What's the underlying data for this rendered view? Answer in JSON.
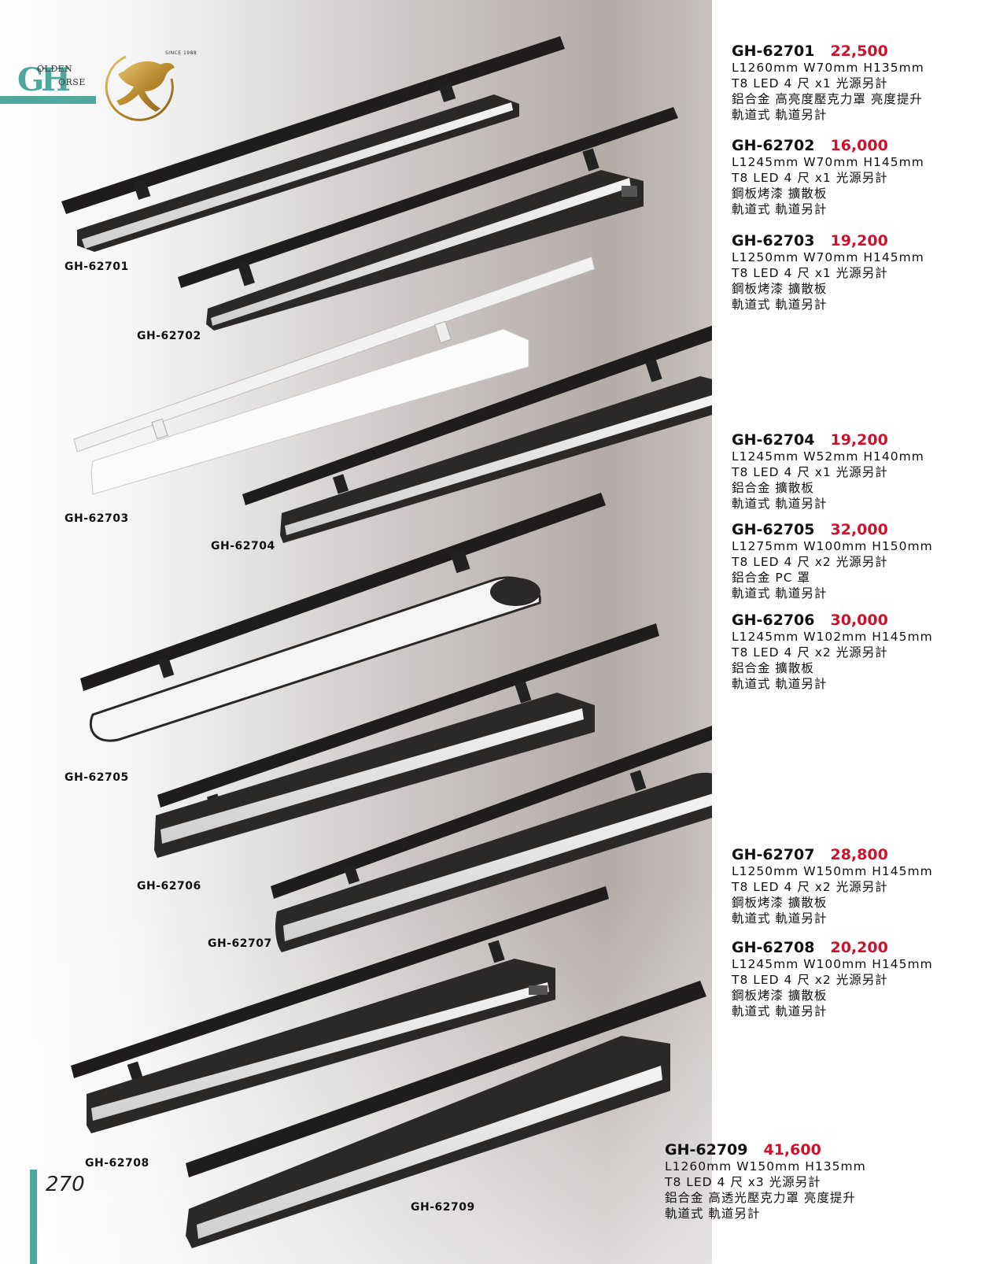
{
  "brand": {
    "logo_initials": "GH",
    "logo_top": "OLDEN",
    "logo_bottom": "ORSE",
    "since": "SINCE 1988",
    "accent_color": "#4ea89b"
  },
  "price_color": "#d0112b",
  "products": [
    {
      "code": "GH-62701",
      "price": "22,500",
      "size": "L1260mm  W70mm  H135mm",
      "lamp": "T8 LED 4 尺 x1 光源另計",
      "material": "鋁合金  高亮度壓克力罩 亮度提升",
      "mount": "軌道式  軌道另計",
      "fixture_label": "GH-62701"
    },
    {
      "code": "GH-62702",
      "price": "16,000",
      "size": "L1245mm  W70mm  H145mm",
      "lamp": "T8 LED 4 尺 x1 光源另計",
      "material": "鋼板烤漆  擴散板",
      "mount": "軌道式  軌道另計",
      "fixture_label": "GH-62702"
    },
    {
      "code": "GH-62703",
      "price": "19,200",
      "size": "L1250mm  W70mm  H145mm",
      "lamp": "T8 LED 4 尺 x1 光源另計",
      "material": "鋼板烤漆  擴散板",
      "mount": "軌道式  軌道另計",
      "fixture_label": "GH-62703"
    },
    {
      "code": "GH-62704",
      "price": "19,200",
      "size": "L1245mm  W52mm  H140mm",
      "lamp": "T8 LED 4 尺 x1 光源另計",
      "material": "鋁合金  擴散板",
      "mount": "軌道式  軌道另計",
      "fixture_label": "GH-62704"
    },
    {
      "code": "GH-62705",
      "price": "32,000",
      "size": "L1275mm  W100mm  H150mm",
      "lamp": "T8 LED 4 尺 x2 光源另計",
      "material": "鋁合金  PC 罩",
      "mount": "軌道式  軌道另計",
      "fixture_label": "GH-62705"
    },
    {
      "code": "GH-62706",
      "price": "30,000",
      "size": "L1245mm  W102mm  H145mm",
      "lamp": "T8 LED 4 尺 x2 光源另計",
      "material": "鋁合金  擴散板",
      "mount": "軌道式  軌道另計",
      "fixture_label": "GH-62706"
    },
    {
      "code": "GH-62707",
      "price": "28,800",
      "size": "L1250mm  W150mm  H145mm",
      "lamp": "T8 LED 4 尺 x2 光源另計",
      "material": "鋼板烤漆  擴散板",
      "mount": "軌道式  軌道另計",
      "fixture_label": "GH-62707"
    },
    {
      "code": "GH-62708",
      "price": "20,200",
      "size": "L1245mm  W100mm  H145mm",
      "lamp": "T8 LED 4 尺 x2 光源另計",
      "material": "鋼板烤漆  擴散板",
      "mount": "軌道式  軌道另計",
      "fixture_label": "GH-62708"
    },
    {
      "code": "GH-62709",
      "price": "41,600",
      "size": "L1260mm  W150mm  H135mm",
      "lamp": "T8 LED 4 尺 x3 光源另計",
      "material": "鋁合金  高透光壓克力罩  亮度提升",
      "mount": "軌道式  軌道另計",
      "fixture_label": "GH-62709"
    }
  ],
  "page_number": "270"
}
